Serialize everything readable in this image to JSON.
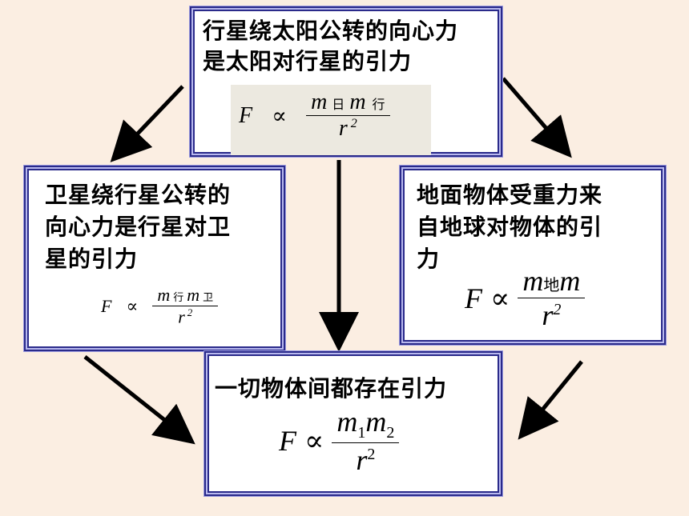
{
  "top_box": {
    "title_line1": "行星绕太阳公转的向心力",
    "title_line2": "是太阳对行星的引力",
    "formula": {
      "lhs": "F",
      "prop": "∝",
      "m_a": "m",
      "sub_a": "日",
      "m_b": "m",
      "sub_b": "行",
      "den": "r",
      "pow": "2"
    }
  },
  "left_box": {
    "title_line1": "卫星绕行星公转的",
    "title_line2": "向心力是行星对卫",
    "title_line3": "星的引力",
    "formula": {
      "lhs": "F",
      "prop": "∝",
      "m_a": "m",
      "sub_a": "行",
      "m_b": "m",
      "sub_b": "卫",
      "den": "r",
      "pow": "2"
    }
  },
  "right_box": {
    "title_line1": "地面物体受重力来",
    "title_line2": "自地球对物体的引",
    "title_line3": "力",
    "formula": {
      "lhs": "F",
      "prop": "∝",
      "m_a": "m",
      "sub_a": "地",
      "m_b": "m",
      "den": "r",
      "pow": "2"
    }
  },
  "bottom_box": {
    "title": "一切物体间都存在引力",
    "formula": {
      "lhs": "F",
      "prop": "∝",
      "m_a": "m",
      "sub_a": "1",
      "m_b": "m",
      "sub_b": "2",
      "den": "r",
      "pow": "2"
    }
  },
  "colors": {
    "background": "#fbeee2",
    "border": "#2a2a8a",
    "arrow": "#000000"
  }
}
